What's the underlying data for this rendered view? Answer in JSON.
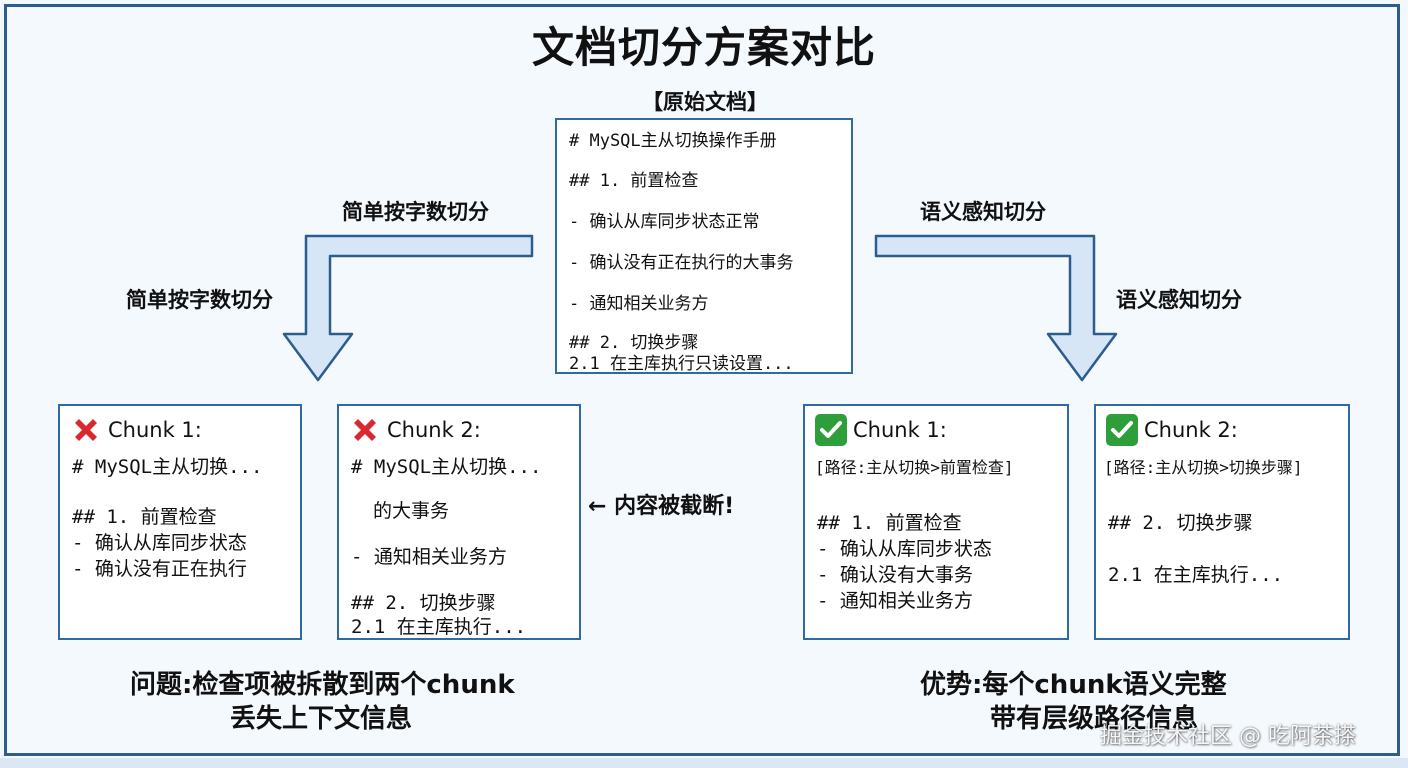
{
  "title": "文档切分方案对比",
  "original_doc": {
    "label": "【原始文档】",
    "lines": [
      "# MySQL主从切换操作手册",
      "## 1. 前置检查",
      "- 确认从库同步状态正常",
      "- 确认没有正在执行的大事务",
      "- 通知相关业务方",
      "## 2. 切换步骤",
      "2.1 在主库执行只读设置..."
    ]
  },
  "left_method": {
    "label_top": "简单按字数切分",
    "label_side": "简单按字数切分"
  },
  "right_method": {
    "label_top": "语义感知切分",
    "label_side": "语义感知切分"
  },
  "bad_chunks": [
    {
      "status_icon": "cross-icon",
      "title": "Chunk 1:",
      "lines": [
        "# MySQL主从切换...",
        "## 1. 前置检查",
        "- 确认从库同步状态",
        "- 确认没有正在执行"
      ]
    },
    {
      "status_icon": "cross-icon",
      "title": "Chunk 2:",
      "lines": [
        "# MySQL主从切换...",
        "的大事务",
        "- 通知相关业务方",
        "## 2. 切换步骤",
        "2.1 在主库执行..."
      ]
    }
  ],
  "truncation_note": "← 内容被截断!",
  "good_chunks": [
    {
      "status_icon": "check-icon",
      "title": "Chunk 1:",
      "path": "[路径:主从切换>前置检查]",
      "lines": [
        "## 1. 前置检查",
        "- 确认从库同步状态",
        "- 确认没有大事务",
        "- 通知相关业务方"
      ]
    },
    {
      "status_icon": "check-icon",
      "title": "Chunk 2:",
      "path": "[路径:主从切换>切换步骤]",
      "lines": [
        "## 2. 切换步骤",
        "2.1 在主库执行..."
      ]
    }
  ],
  "problem": {
    "line1": "问题:检查项被拆散到两个chunk",
    "line2": "丢失上下文信息"
  },
  "advantage": {
    "line1": "优势:每个chunk语义完整",
    "line2": "带有层级路径信息"
  },
  "watermark": "掘金技术社区 @ 吃阿茶搽",
  "colors": {
    "border": "#2d5c8e",
    "box_border": "#2f6aa3",
    "arrow_fill": "#d6e6f7",
    "arrow_stroke": "#2d5c8e",
    "cross": "#d9282f",
    "check": "#2e9e3a"
  }
}
